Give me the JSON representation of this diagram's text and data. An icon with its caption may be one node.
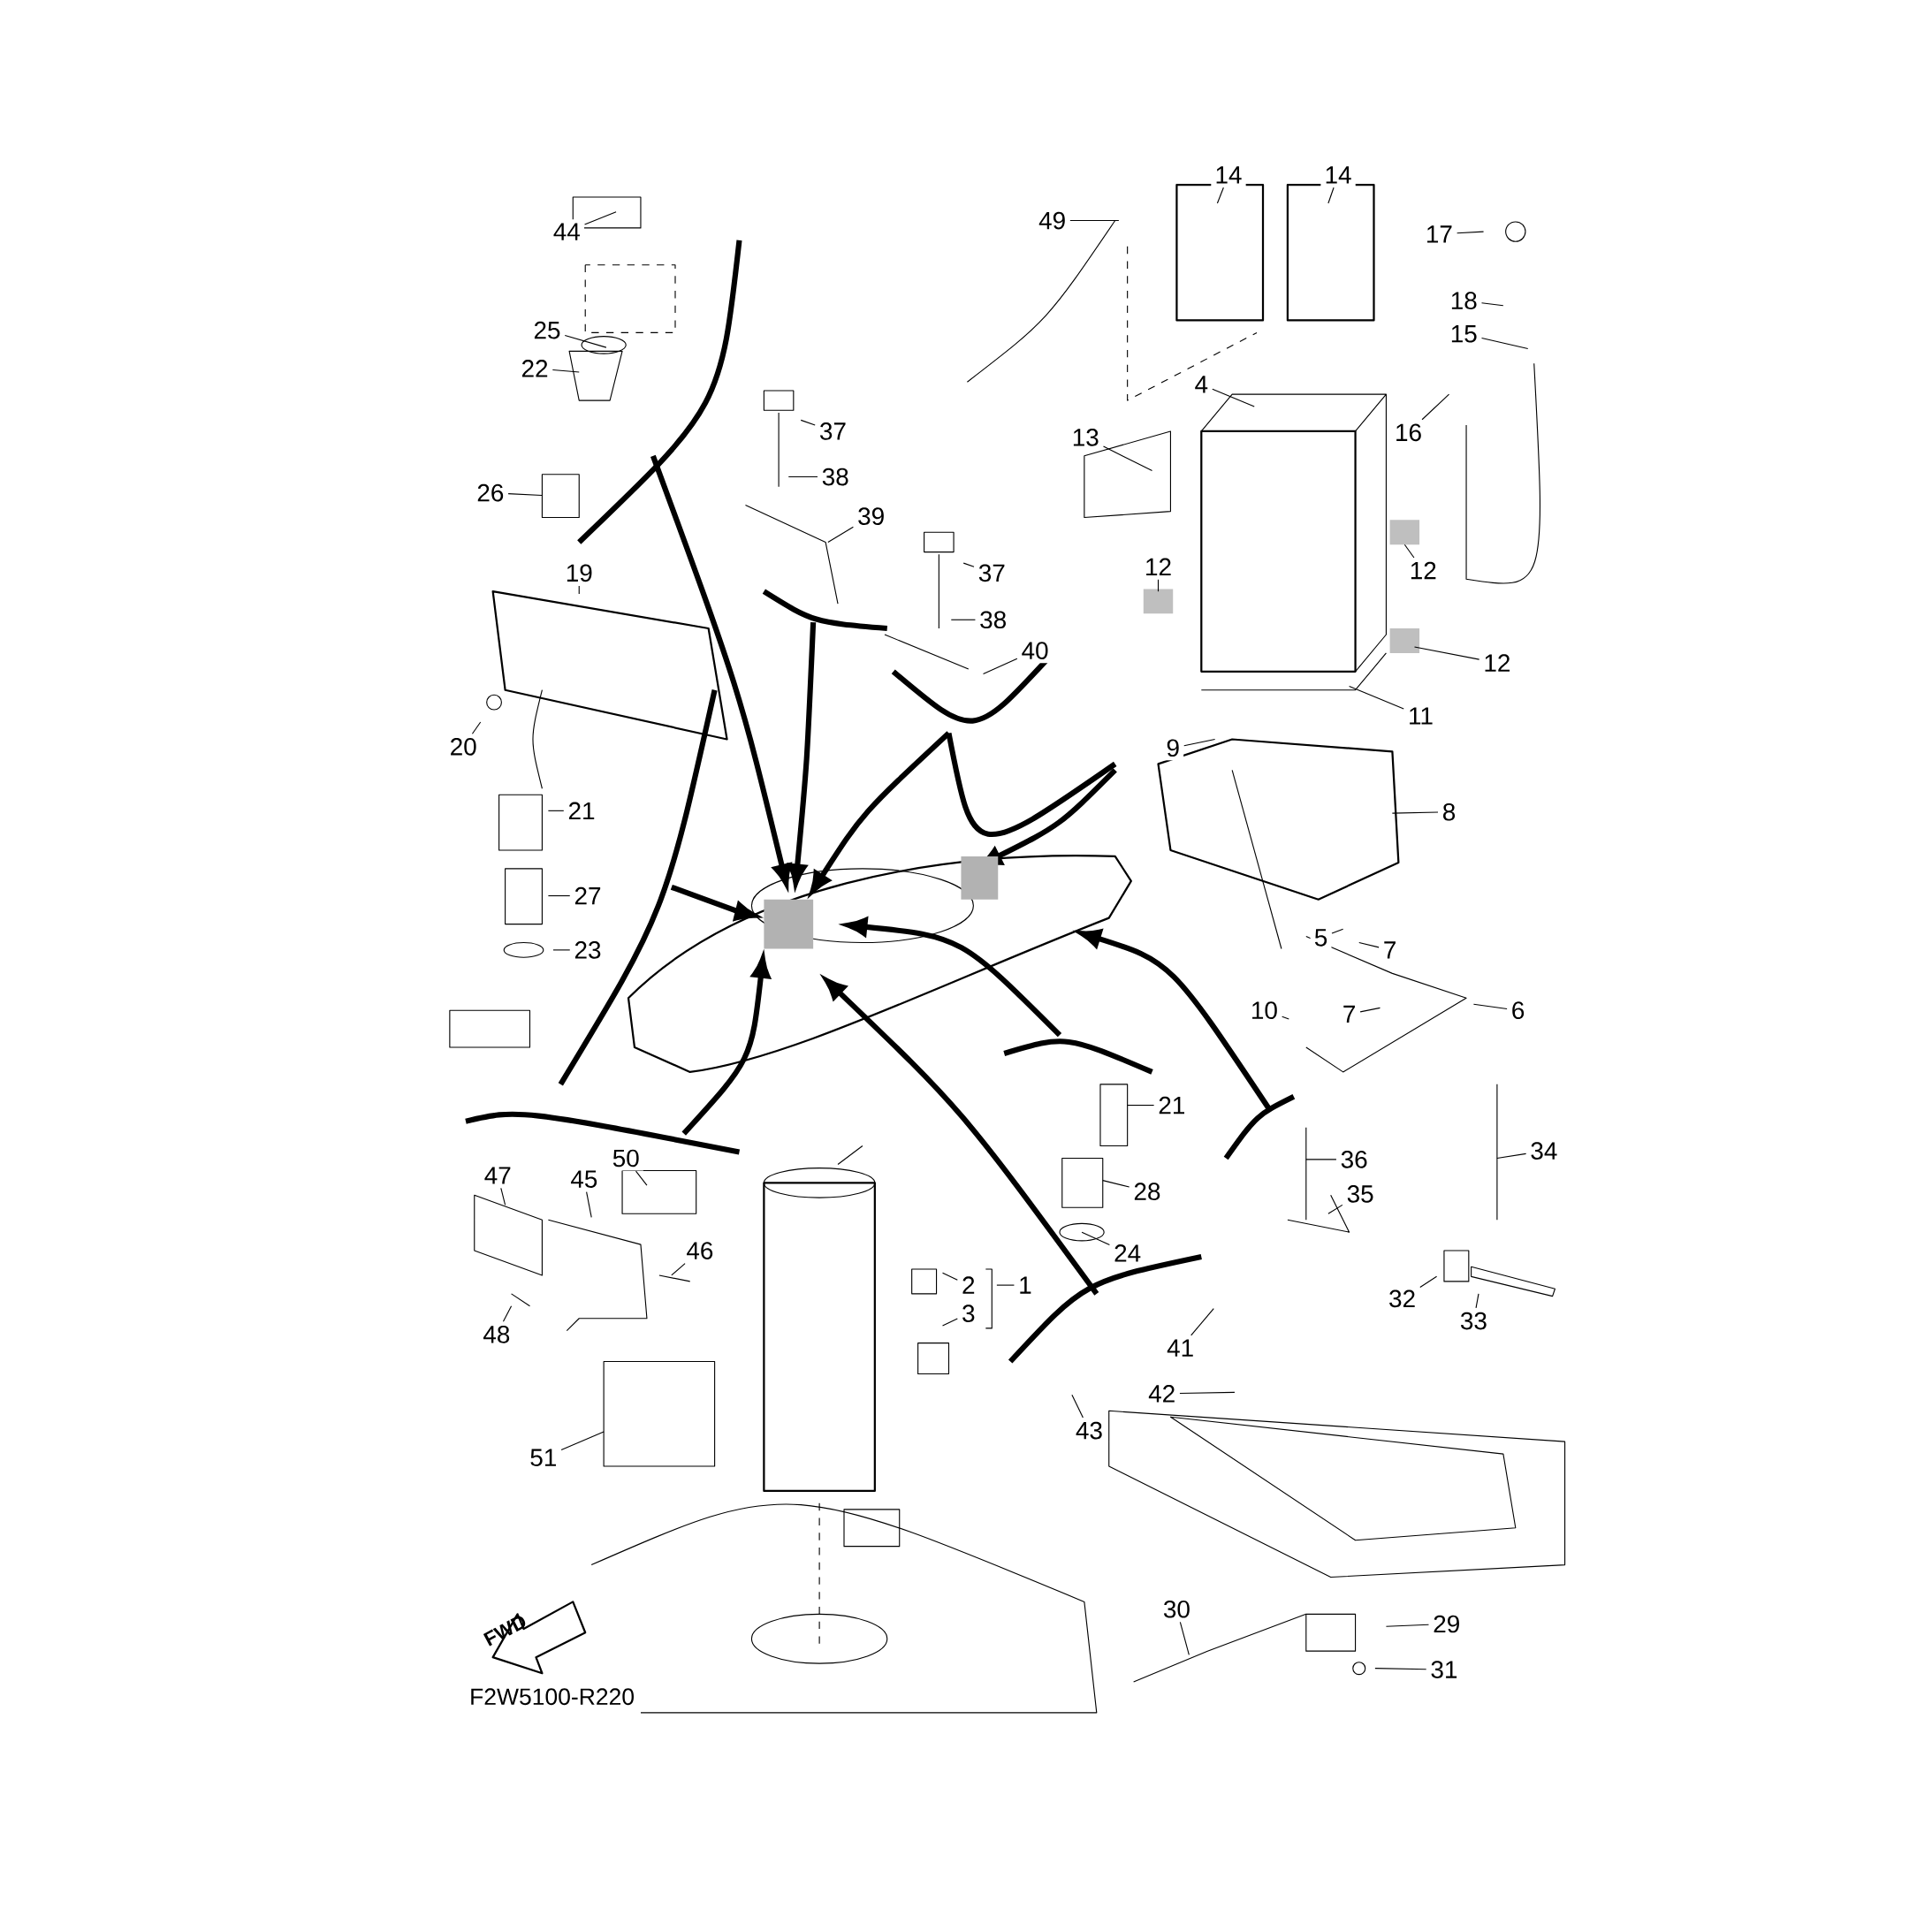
{
  "diagram": {
    "nodes": [
      {
        "text": [
          "44"
        ]
      },
      {
        "text": [
          "25"
        ]
      },
      {
        "text": [
          "22"
        ]
      },
      {
        "text": [
          "26"
        ]
      },
      {
        "text": [
          "19"
        ]
      },
      {
        "text": [
          "20"
        ]
      },
      {
        "text": [
          "21"
        ]
      },
      {
        "text": [
          "27"
        ]
      },
      {
        "text": [
          "23"
        ]
      },
      {
        "text": [
          "37"
        ]
      },
      {
        "text": [
          "38"
        ]
      },
      {
        "text": [
          "39"
        ]
      },
      {
        "text": [
          "37"
        ]
      },
      {
        "text": [
          "38"
        ]
      },
      {
        "text": [
          "40"
        ]
      },
      {
        "text": [
          "49"
        ]
      },
      {
        "text": [
          "14"
        ]
      },
      {
        "text": [
          "14"
        ]
      },
      {
        "text": [
          "17"
        ]
      },
      {
        "text": [
          "18"
        ]
      },
      {
        "text": [
          "15"
        ]
      },
      {
        "text": [
          "4"
        ]
      },
      {
        "text": [
          "16"
        ]
      },
      {
        "text": [
          "13"
        ]
      },
      {
        "text": [
          "12"
        ]
      },
      {
        "text": [
          "12"
        ]
      },
      {
        "text": [
          "12"
        ]
      },
      {
        "text": [
          "11"
        ]
      },
      {
        "text": [
          "9"
        ]
      },
      {
        "text": [
          "8"
        ]
      },
      {
        "text": [
          "5"
        ]
      },
      {
        "text": [
          "7"
        ]
      },
      {
        "text": [
          "10"
        ]
      },
      {
        "text": [
          "7"
        ]
      },
      {
        "text": [
          "6"
        ]
      },
      {
        "text": [
          "21"
        ]
      },
      {
        "text": [
          "28"
        ]
      },
      {
        "text": [
          "24"
        ]
      },
      {
        "text": [
          "36"
        ]
      },
      {
        "text": [
          "35"
        ]
      },
      {
        "text": [
          "34"
        ]
      },
      {
        "text": [
          "32"
        ]
      },
      {
        "text": [
          "33"
        ]
      },
      {
        "text": [
          "47"
        ]
      },
      {
        "text": [
          "45"
        ]
      },
      {
        "text": [
          "50"
        ]
      },
      {
        "text": [
          "46"
        ]
      },
      {
        "text": [
          "48"
        ]
      },
      {
        "text": [
          "2"
        ]
      },
      {
        "text": [
          "1"
        ]
      },
      {
        "text": [
          "3"
        ]
      },
      {
        "text": [
          "41"
        ]
      },
      {
        "text": [
          "42"
        ]
      },
      {
        "text": [
          "43"
        ]
      },
      {
        "text": [
          "51"
        ]
      },
      {
        "text": [
          "30"
        ]
      },
      {
        "text": [
          "29"
        ]
      },
      {
        "text": [
          "31"
        ]
      }
    ],
    "edges": [
      {
        "from": 0,
        "to": null,
        "arrow": "none"
      },
      {
        "from": 1,
        "to": null,
        "arrow": "none"
      },
      {
        "from": 2,
        "to": null,
        "arrow": "none"
      },
      {
        "from": 3,
        "to": null,
        "arrow": "none"
      },
      {
        "from": 4,
        "to": null,
        "arrow": "none"
      },
      {
        "from": 5,
        "to": null,
        "arrow": "none"
      },
      {
        "from": 6,
        "to": null,
        "arrow": "none"
      },
      {
        "from": 7,
        "to": null,
        "arrow": "none"
      },
      {
        "from": 8,
        "to": null,
        "arrow": "none"
      },
      {
        "from": 9,
        "to": null,
        "arrow": "none"
      },
      {
        "from": 10,
        "to": null,
        "arrow": "none"
      },
      {
        "from": 11,
        "to": null,
        "arrow": "none"
      },
      {
        "from": 12,
        "to": null,
        "arrow": "none"
      },
      {
        "from": 13,
        "to": null,
        "arrow": "none"
      },
      {
        "from": 14,
        "to": null,
        "arrow": "none"
      },
      {
        "from": 15,
        "to": null,
        "arrow": "none"
      },
      {
        "from": 16,
        "to": null,
        "arrow": "none"
      },
      {
        "from": 17,
        "to": null,
        "arrow": "none"
      },
      {
        "from": 18,
        "to": null,
        "arrow": "none"
      },
      {
        "from": 19,
        "to": null,
        "arrow": "none"
      },
      {
        "from": 20,
        "to": null,
        "arrow": "none"
      },
      {
        "from": 21,
        "to": null,
        "arrow": "none"
      },
      {
        "from": 22,
        "to": null,
        "arrow": "none"
      },
      {
        "from": 23,
        "to": null,
        "arrow": "none"
      },
      {
        "from": 24,
        "to": null,
        "arrow": "none"
      },
      {
        "from": 25,
        "to": null,
        "arrow": "none"
      },
      {
        "from": 26,
        "to": null,
        "arrow": "none"
      },
      {
        "from": 27,
        "to": null,
        "arrow": "none"
      },
      {
        "from": 28,
        "to": null,
        "arrow": "none"
      },
      {
        "from": 29,
        "to": null,
        "arrow": "none"
      },
      {
        "from": 30,
        "to": null,
        "arrow": "none"
      },
      {
        "from": 31,
        "to": null,
        "arrow": "none"
      },
      {
        "from": 32,
        "to": null,
        "arrow": "none"
      },
      {
        "from": 33,
        "to": null,
        "arrow": "none"
      },
      {
        "from": 34,
        "to": null,
        "arrow": "none"
      },
      {
        "from": 35,
        "to": null,
        "arrow": "none"
      },
      {
        "from": 36,
        "to": null,
        "arrow": "none"
      },
      {
        "from": 37,
        "to": null,
        "arrow": "none"
      },
      {
        "from": 38,
        "to": null,
        "arrow": "none"
      },
      {
        "from": 39,
        "to": null,
        "arrow": "none"
      },
      {
        "from": 40,
        "to": null,
        "arrow": "none"
      },
      {
        "from": 41,
        "to": null,
        "arrow": "none"
      },
      {
        "from": 42,
        "to": null,
        "arrow": "none"
      },
      {
        "from": 43,
        "to": null,
        "arrow": "none"
      },
      {
        "from": 44,
        "to": null,
        "arrow": "none"
      },
      {
        "from": 45,
        "to": null,
        "arrow": "none"
      },
      {
        "from": 46,
        "to": null,
        "arrow": "none"
      },
      {
        "from": 47,
        "to": null,
        "arrow": "none"
      },
      {
        "from": 48,
        "to": null,
        "arrow": "none"
      },
      {
        "from": 49,
        "to": null,
        "arrow": "none"
      },
      {
        "from": 50,
        "to": null,
        "arrow": "none"
      },
      {
        "from": 51,
        "to": null,
        "arrow": "none"
      },
      {
        "from": 52,
        "to": null,
        "arrow": "none"
      },
      {
        "from": 53,
        "to": null,
        "arrow": "none"
      },
      {
        "from": 54,
        "to": null,
        "arrow": "none"
      },
      {
        "from": 55,
        "to": null,
        "arrow": "none"
      },
      {
        "from": 56,
        "to": null,
        "arrow": "none"
      },
      {
        "from": 57,
        "to": null,
        "arrow": "none"
      }
    ],
    "labels": [
      "FWD",
      "F2W5100-R220"
    ]
  }
}
